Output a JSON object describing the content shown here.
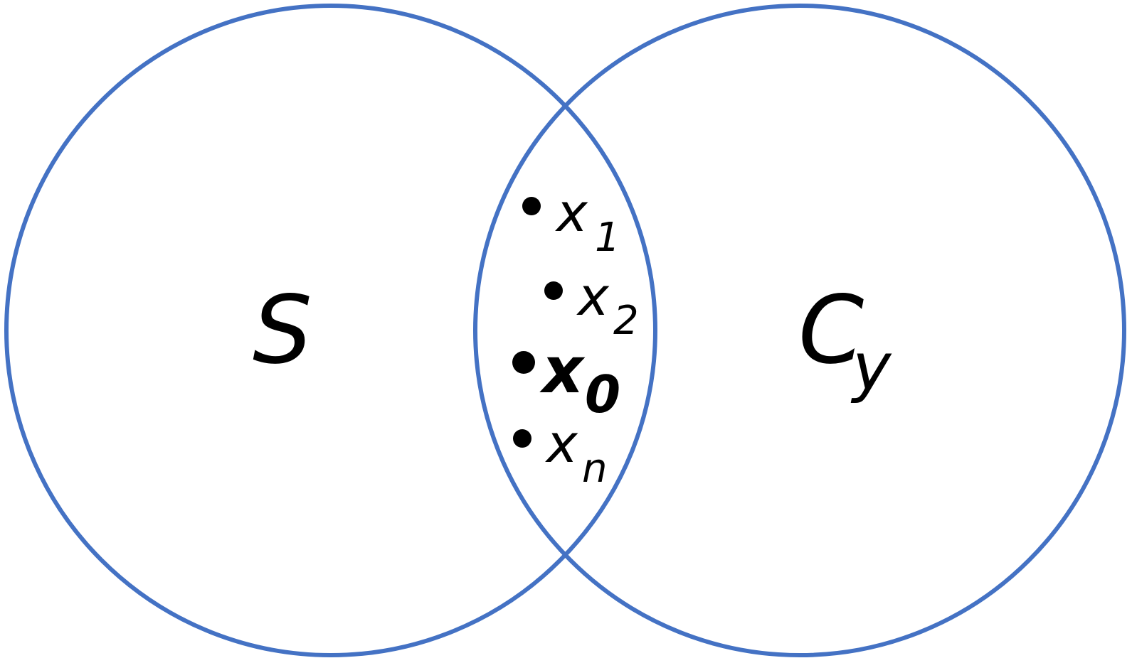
{
  "sets": {
    "left": {
      "label": "S"
    },
    "right": {
      "label": "C",
      "subscript": "y"
    }
  },
  "points": [
    {
      "label": "x",
      "subscript": "1",
      "bold": false
    },
    {
      "label": "x",
      "subscript": "2",
      "bold": false
    },
    {
      "label": "x",
      "subscript": "0",
      "bold": true
    },
    {
      "label": "x",
      "subscript": "n",
      "bold": false
    }
  ],
  "colors": {
    "circle_stroke": "#4472C4",
    "text": "#000000",
    "background": "#FFFFFF"
  }
}
